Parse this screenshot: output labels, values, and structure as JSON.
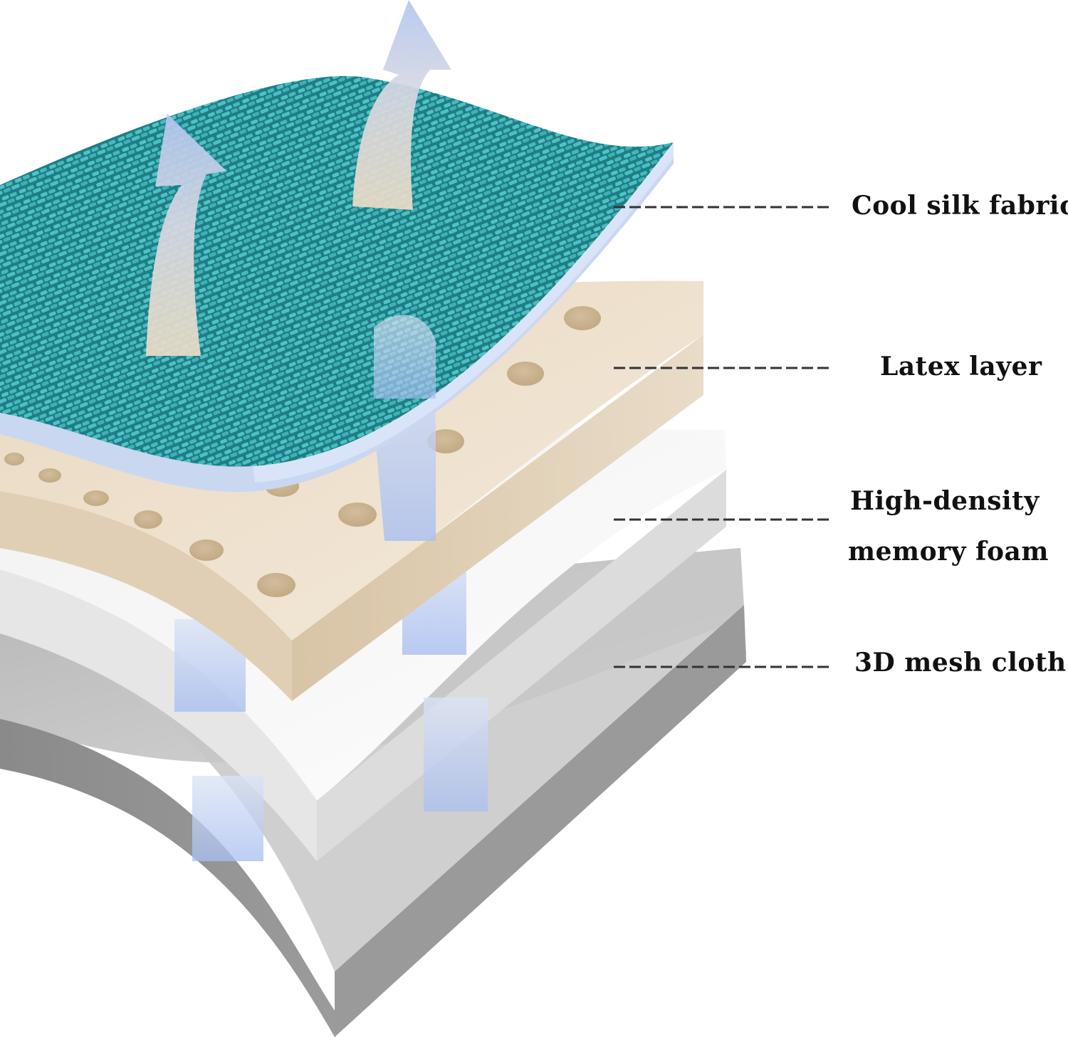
{
  "layers": [
    {
      "id": "cool-silk",
      "label_lines": [
        "Cool silk fabric"
      ],
      "color": "#2a9ea3"
    },
    {
      "id": "latex",
      "label_lines": [
        "Latex layer"
      ],
      "color": "#e6d8c4"
    },
    {
      "id": "memory-foam",
      "label_lines": [
        "High-density",
        "memory foam"
      ],
      "color": "#f4f4f4"
    },
    {
      "id": "mesh",
      "label_lines": [
        "3D mesh cloth"
      ],
      "color": "#a8a8a8"
    }
  ],
  "colors": {
    "airflow_top": "#b7c9ec",
    "airflow_bottom": "#eadbc6",
    "fabric_dark": "#1f7f86",
    "fabric_light": "#4fc3c7",
    "leader_line": "#333333"
  }
}
